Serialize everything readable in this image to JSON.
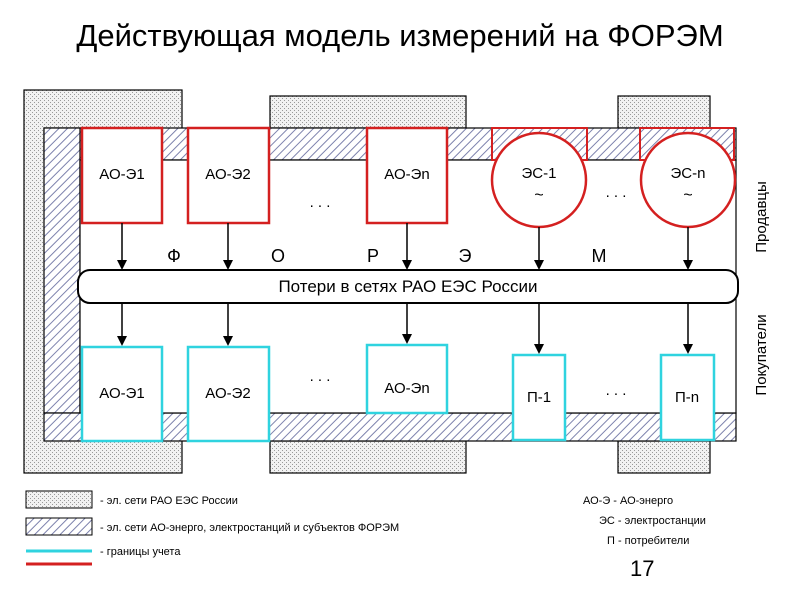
{
  "title": "Действующая модель измерений на ФОРЭМ",
  "top_units": [
    "АО-Э1",
    "АО-Э2",
    "АО-Эn"
  ],
  "top_stations": [
    "ЭС-1",
    "ЭС-n"
  ],
  "station_symbol": "~",
  "bottom_units": [
    "АО-Э1",
    "АО-Э2",
    "АО-Эn",
    "П-1",
    "П-n"
  ],
  "ellipsis": ". . .",
  "forem_letters": [
    "Ф",
    "О",
    "Р",
    "Э",
    "М"
  ],
  "bus_label": "Потери в сетях РАО ЕЭС России",
  "side_sellers": "Продавцы",
  "side_buyers": "Покупатели",
  "legend": {
    "items": [
      "- эл. сети РАО ЕЭС России",
      "- эл. сети АО-энерго, электростанций и субъектов ФОРЭМ",
      "- границы учета"
    ],
    "abbreviations": [
      "АО-Э  - АО-энерго",
      "ЭС - электростанции",
      "П - потребители"
    ]
  },
  "slide_number": "17",
  "colors": {
    "red": "#d42020",
    "cyan": "#2fd3df",
    "gray_fill": "#e9e9e9",
    "hatch": "#8a8fb4"
  }
}
